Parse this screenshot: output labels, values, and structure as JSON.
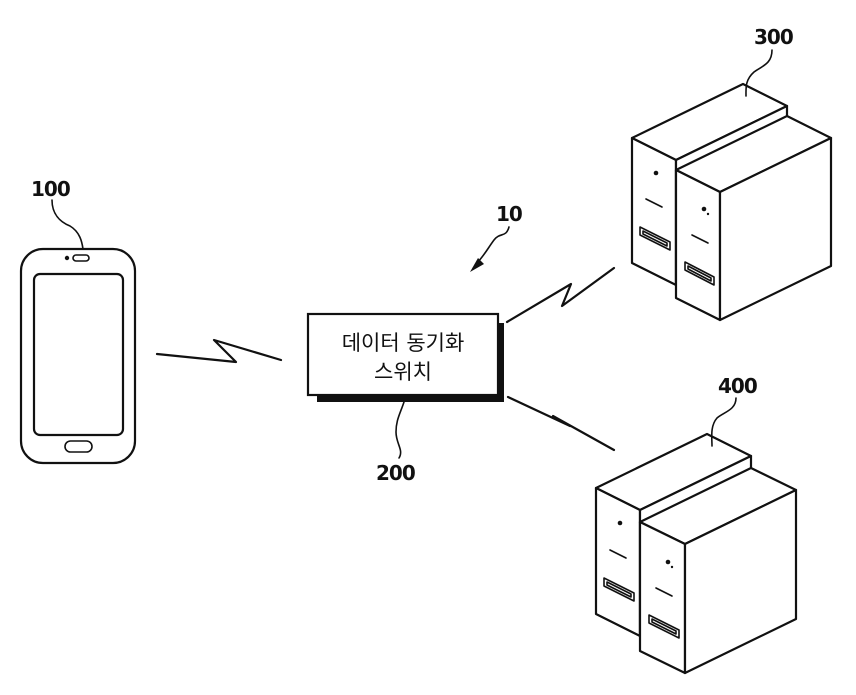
{
  "diagram": {
    "system_ref": "10",
    "phone": {
      "ref": "100"
    },
    "switch": {
      "ref": "200",
      "label_line1": "데이터 동기화",
      "label_line2": "스위치"
    },
    "server_a": {
      "ref": "300"
    },
    "server_b": {
      "ref": "400"
    }
  }
}
